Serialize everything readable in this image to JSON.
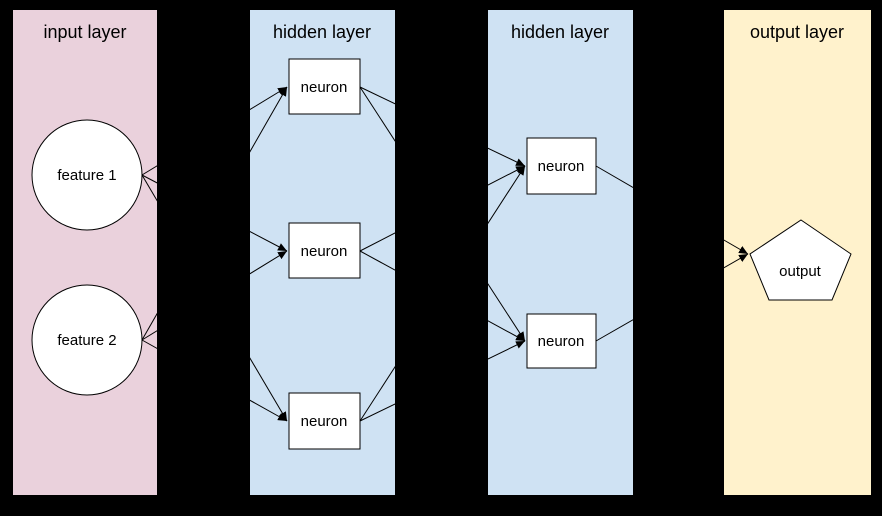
{
  "diagram": {
    "background_color": "#000000",
    "stroke_color": "#000000",
    "node_fill": "#ffffff",
    "layers": [
      {
        "id": "input",
        "title": "input layer",
        "color": "#ead1dc"
      },
      {
        "id": "hidden1",
        "title": "hidden layer",
        "color": "#cfe2f3"
      },
      {
        "id": "hidden2",
        "title": "hidden layer",
        "color": "#cfe2f3"
      },
      {
        "id": "output",
        "title": "output layer",
        "color": "#fff2cc"
      }
    ],
    "nodes": [
      {
        "id": "feature-1",
        "layer": "input",
        "shape": "circle",
        "label": "feature 1"
      },
      {
        "id": "feature-2",
        "layer": "input",
        "shape": "circle",
        "label": "feature 2"
      },
      {
        "id": "h1-neuron-1",
        "layer": "hidden1",
        "shape": "rect",
        "label": "neuron"
      },
      {
        "id": "h1-neuron-2",
        "layer": "hidden1",
        "shape": "rect",
        "label": "neuron"
      },
      {
        "id": "h1-neuron-3",
        "layer": "hidden1",
        "shape": "rect",
        "label": "neuron"
      },
      {
        "id": "h2-neuron-1",
        "layer": "hidden2",
        "shape": "rect",
        "label": "neuron"
      },
      {
        "id": "h2-neuron-2",
        "layer": "hidden2",
        "shape": "rect",
        "label": "neuron"
      },
      {
        "id": "output-node",
        "layer": "output",
        "shape": "pentagon",
        "label": "output"
      }
    ],
    "edges": [
      {
        "from": "feature-1",
        "to": "h1-neuron-1"
      },
      {
        "from": "feature-1",
        "to": "h1-neuron-2"
      },
      {
        "from": "feature-1",
        "to": "h1-neuron-3"
      },
      {
        "from": "feature-2",
        "to": "h1-neuron-1"
      },
      {
        "from": "feature-2",
        "to": "h1-neuron-2"
      },
      {
        "from": "feature-2",
        "to": "h1-neuron-3"
      },
      {
        "from": "h1-neuron-1",
        "to": "h2-neuron-1"
      },
      {
        "from": "h1-neuron-1",
        "to": "h2-neuron-2"
      },
      {
        "from": "h1-neuron-2",
        "to": "h2-neuron-1"
      },
      {
        "from": "h1-neuron-2",
        "to": "h2-neuron-2"
      },
      {
        "from": "h1-neuron-3",
        "to": "h2-neuron-1"
      },
      {
        "from": "h1-neuron-3",
        "to": "h2-neuron-2"
      },
      {
        "from": "h2-neuron-1",
        "to": "output-node"
      },
      {
        "from": "h2-neuron-2",
        "to": "output-node"
      }
    ]
  }
}
